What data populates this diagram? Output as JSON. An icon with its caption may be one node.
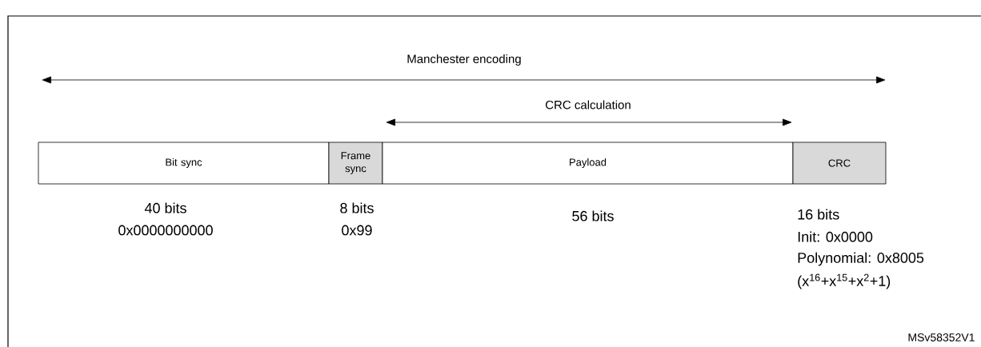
{
  "diagram": {
    "nodes": [
      {
        "text": [
          "Bit sync"
        ],
        "beside": [
          "40 bits",
          "0x0000000000"
        ]
      },
      {
        "text": [
          "Frame sync"
        ],
        "beside": [
          "8 bits",
          "0x99"
        ]
      },
      {
        "text": [
          "Payload"
        ],
        "beside": [
          "56 bits"
        ]
      },
      {
        "text": [
          "CRC"
        ],
        "beside": [
          "16 bits",
          "Init: 0x0000",
          "Polynomial: 0x8005",
          "(x$^{16}$+x$^{15}$+x$^{2}$+1)"
        ]
      }
    ],
    "labels": [
      "Manchester encoding",
      "CRC calculation",
      "MSv58352V1"
    ]
  }
}
